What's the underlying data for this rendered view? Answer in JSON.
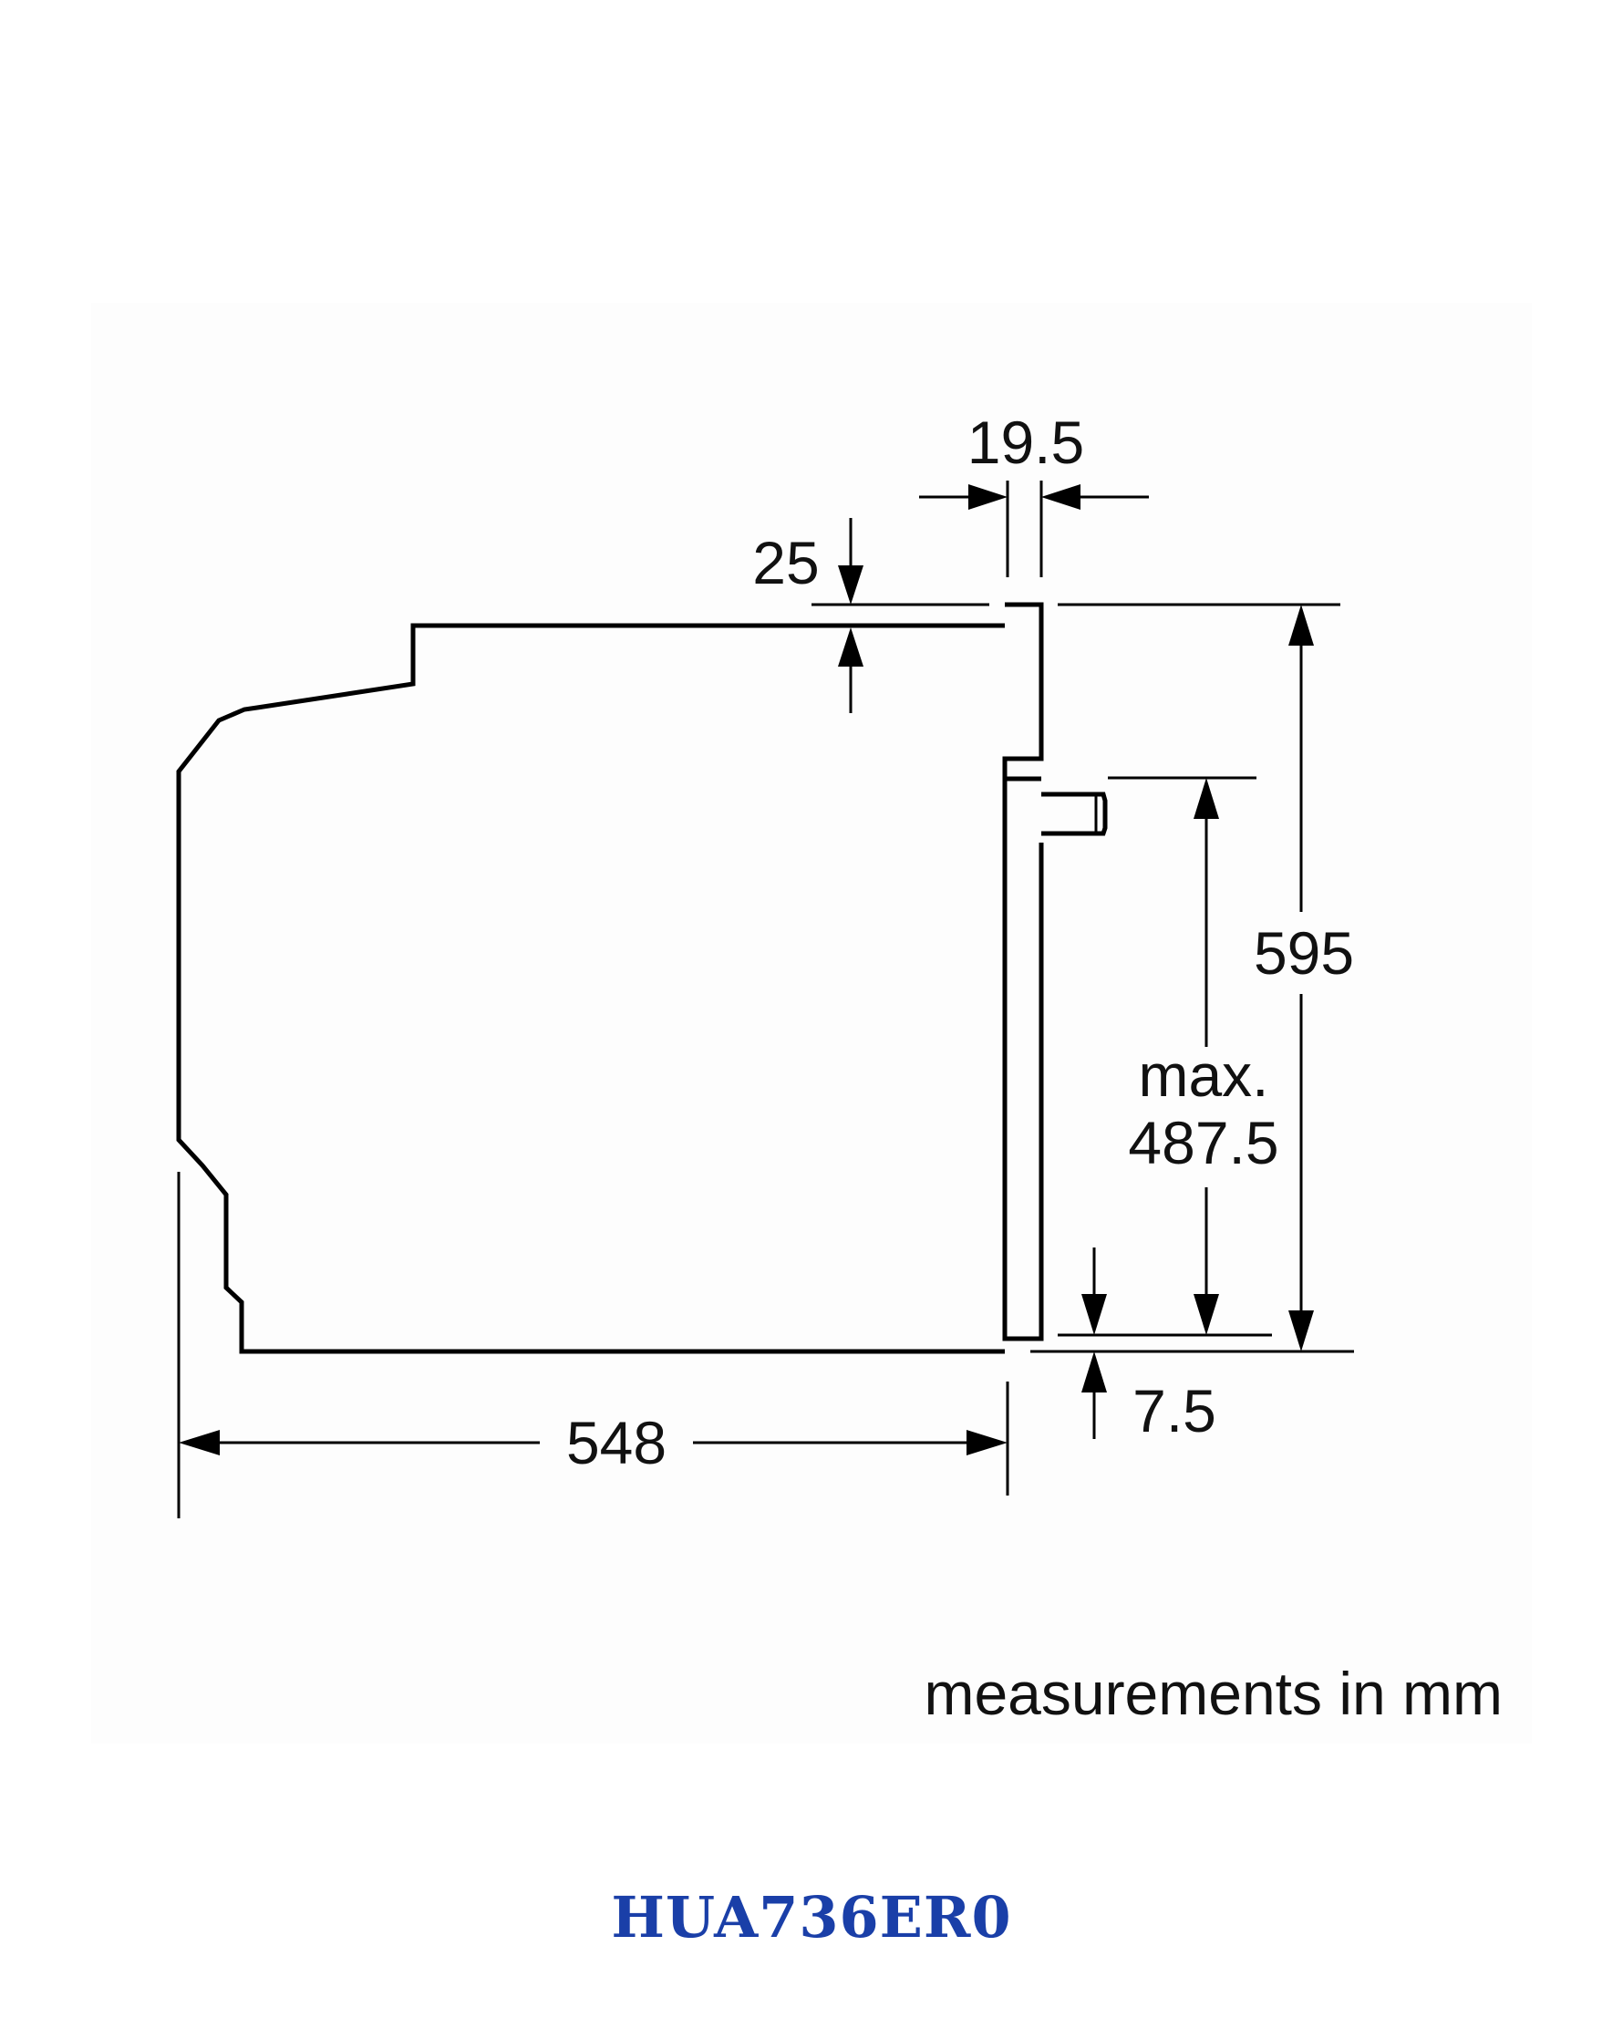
{
  "dimensions": {
    "depth": "548",
    "height": "595",
    "panel_thickness": "19.5",
    "top_gap": "25",
    "max_label": "max.",
    "max_height": "487.5",
    "bottom_gap": "7.5"
  },
  "caption": "measurements in mm",
  "model": "HUA736ER0",
  "colors": {
    "line": "#000000",
    "model": "#1a3fa8"
  }
}
